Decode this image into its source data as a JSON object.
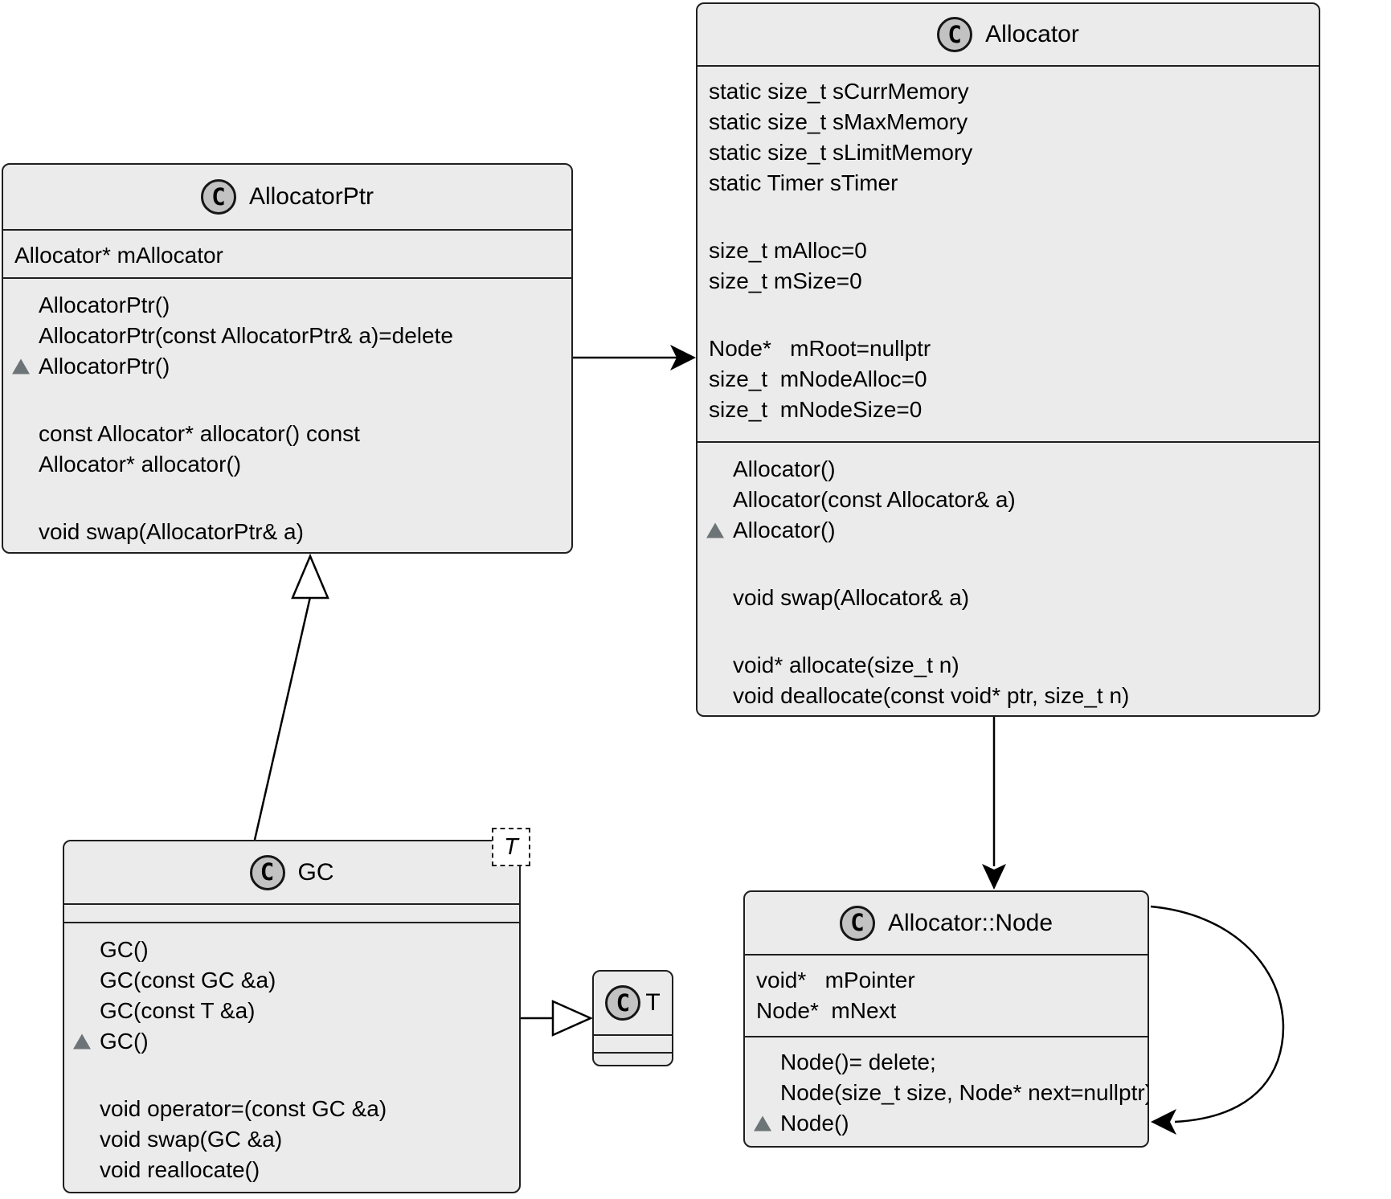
{
  "diagram": {
    "classes": {
      "allocator_ptr": {
        "stereotype": "C",
        "name": "AllocatorPtr",
        "attributes": [
          {
            "label": "Allocator* mAllocator"
          }
        ],
        "methods": [
          {
            "label": "AllocatorPtr()"
          },
          {
            "label": "AllocatorPtr(const AllocatorPtr& a)=delete"
          },
          {
            "label": "AllocatorPtr()",
            "destructor": true
          },
          {
            "blank": true
          },
          {
            "label": "const Allocator* allocator() const"
          },
          {
            "label": "Allocator* allocator()"
          },
          {
            "blank": true
          },
          {
            "label": "void swap(AllocatorPtr& a)"
          }
        ]
      },
      "allocator": {
        "stereotype": "C",
        "name": "Allocator",
        "attributes": [
          {
            "label": "static size_t sCurrMemory"
          },
          {
            "label": "static size_t sMaxMemory"
          },
          {
            "label": "static size_t sLimitMemory"
          },
          {
            "label": "static Timer sTimer"
          },
          {
            "blank": true
          },
          {
            "label": "size_t mAlloc=0"
          },
          {
            "label": "size_t mSize=0"
          },
          {
            "blank": true
          },
          {
            "label": "Node*   mRoot=nullptr"
          },
          {
            "label": "size_t  mNodeAlloc=0"
          },
          {
            "label": "size_t  mNodeSize=0"
          }
        ],
        "methods": [
          {
            "label": "Allocator()"
          },
          {
            "label": "Allocator(const Allocator& a)"
          },
          {
            "label": "Allocator()",
            "destructor": true
          },
          {
            "blank": true
          },
          {
            "label": "void swap(Allocator& a)"
          },
          {
            "blank": true
          },
          {
            "label": "void* allocate(size_t n)"
          },
          {
            "label": "void deallocate(const void* ptr, size_t n)"
          }
        ]
      },
      "gc": {
        "stereotype": "C",
        "name": "GC",
        "template_param": "T",
        "attributes": [],
        "methods": [
          {
            "label": "GC()"
          },
          {
            "label": "GC(const GC &a)"
          },
          {
            "label": "GC(const T &a)"
          },
          {
            "label": "GC()",
            "destructor": true
          },
          {
            "blank": true
          },
          {
            "label": "void operator=(const GC &a)"
          },
          {
            "label": "void swap(GC &a)"
          },
          {
            "label": "void reallocate()"
          }
        ]
      },
      "t": {
        "stereotype": "C",
        "name": "T",
        "attributes": [],
        "methods": []
      },
      "node": {
        "stereotype": "C",
        "name": "Allocator::Node",
        "attributes": [
          {
            "label": "void*   mPointer"
          },
          {
            "label": "Node*  mNext"
          }
        ],
        "methods": [
          {
            "label": "Node()= delete;"
          },
          {
            "label": "Node(size_t size, Node* next=nullptr)"
          },
          {
            "label": "Node()",
            "destructor": true
          }
        ]
      }
    },
    "relations": [
      {
        "from": "AllocatorPtr",
        "to": "Allocator",
        "type": "association"
      },
      {
        "from": "GC",
        "to": "AllocatorPtr",
        "type": "generalization"
      },
      {
        "from": "GC",
        "to": "T",
        "type": "generalization"
      },
      {
        "from": "Allocator",
        "to": "Allocator::Node",
        "type": "association"
      },
      {
        "from": "Allocator::Node",
        "to": "Allocator::Node",
        "type": "self-association"
      }
    ],
    "colors": {
      "box_fill": "#ebebeb",
      "box_border": "#1f1f1f",
      "circle_fill": "#c2c2c2",
      "destructor_marker": "#6d7478"
    }
  }
}
